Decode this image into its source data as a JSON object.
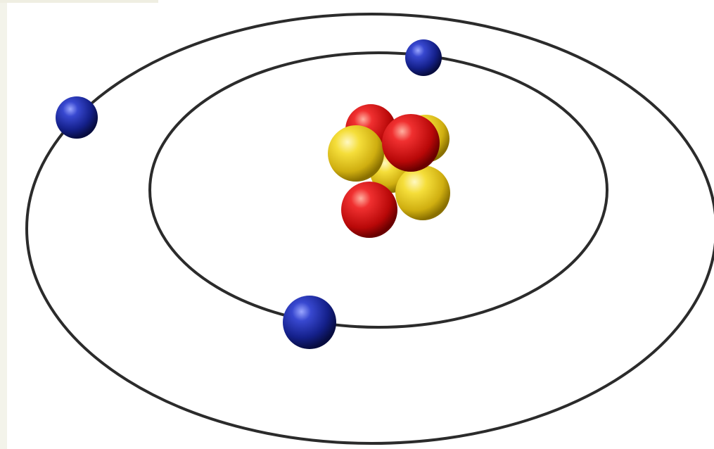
{
  "image": {
    "subject": "atom-model-3d-render",
    "colors": {
      "background": "#ffffff",
      "orbit": "#2f2f2f",
      "electron": "#1a2aa0",
      "proton": "#e01818",
      "neutron": "#f0d020"
    },
    "counts": {
      "orbits": 2,
      "electrons": 3,
      "protons": 3,
      "neutrons": 4
    }
  }
}
